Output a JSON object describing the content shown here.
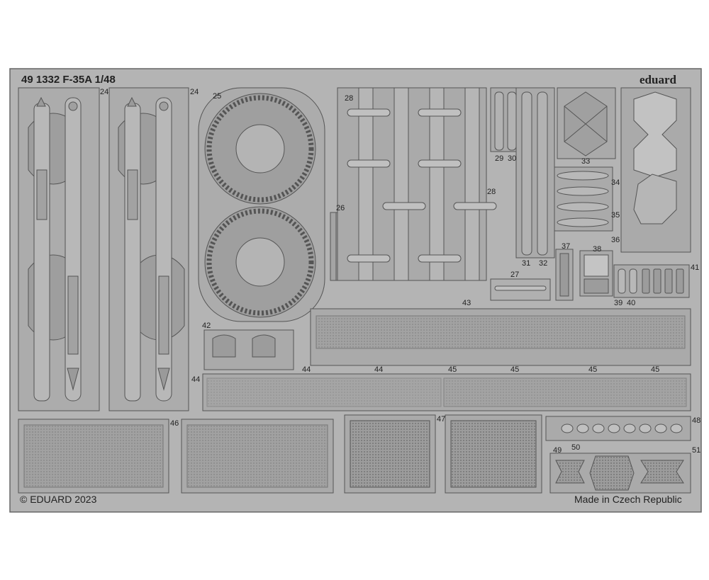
{
  "fret": {
    "title": "49 1332 F-35A 1/48",
    "brand": "eduard",
    "copyright": "© EDUARD 2023",
    "made_in": "Made in Czech Republic"
  },
  "part_numbers": [
    "24",
    "24",
    "25",
    "26",
    "27",
    "28",
    "28",
    "29",
    "30",
    "31",
    "32",
    "33",
    "34",
    "35",
    "36",
    "37",
    "38",
    "39",
    "40",
    "41",
    "42",
    "43",
    "44",
    "44",
    "44",
    "45",
    "45",
    "45",
    "45",
    "46",
    "47",
    "48",
    "49",
    "50",
    "51"
  ],
  "colors": {
    "metal": "#a9a9a9",
    "sheet": "#b4b4b4",
    "line": "#4a4a4a",
    "paper": "#ffffff"
  }
}
